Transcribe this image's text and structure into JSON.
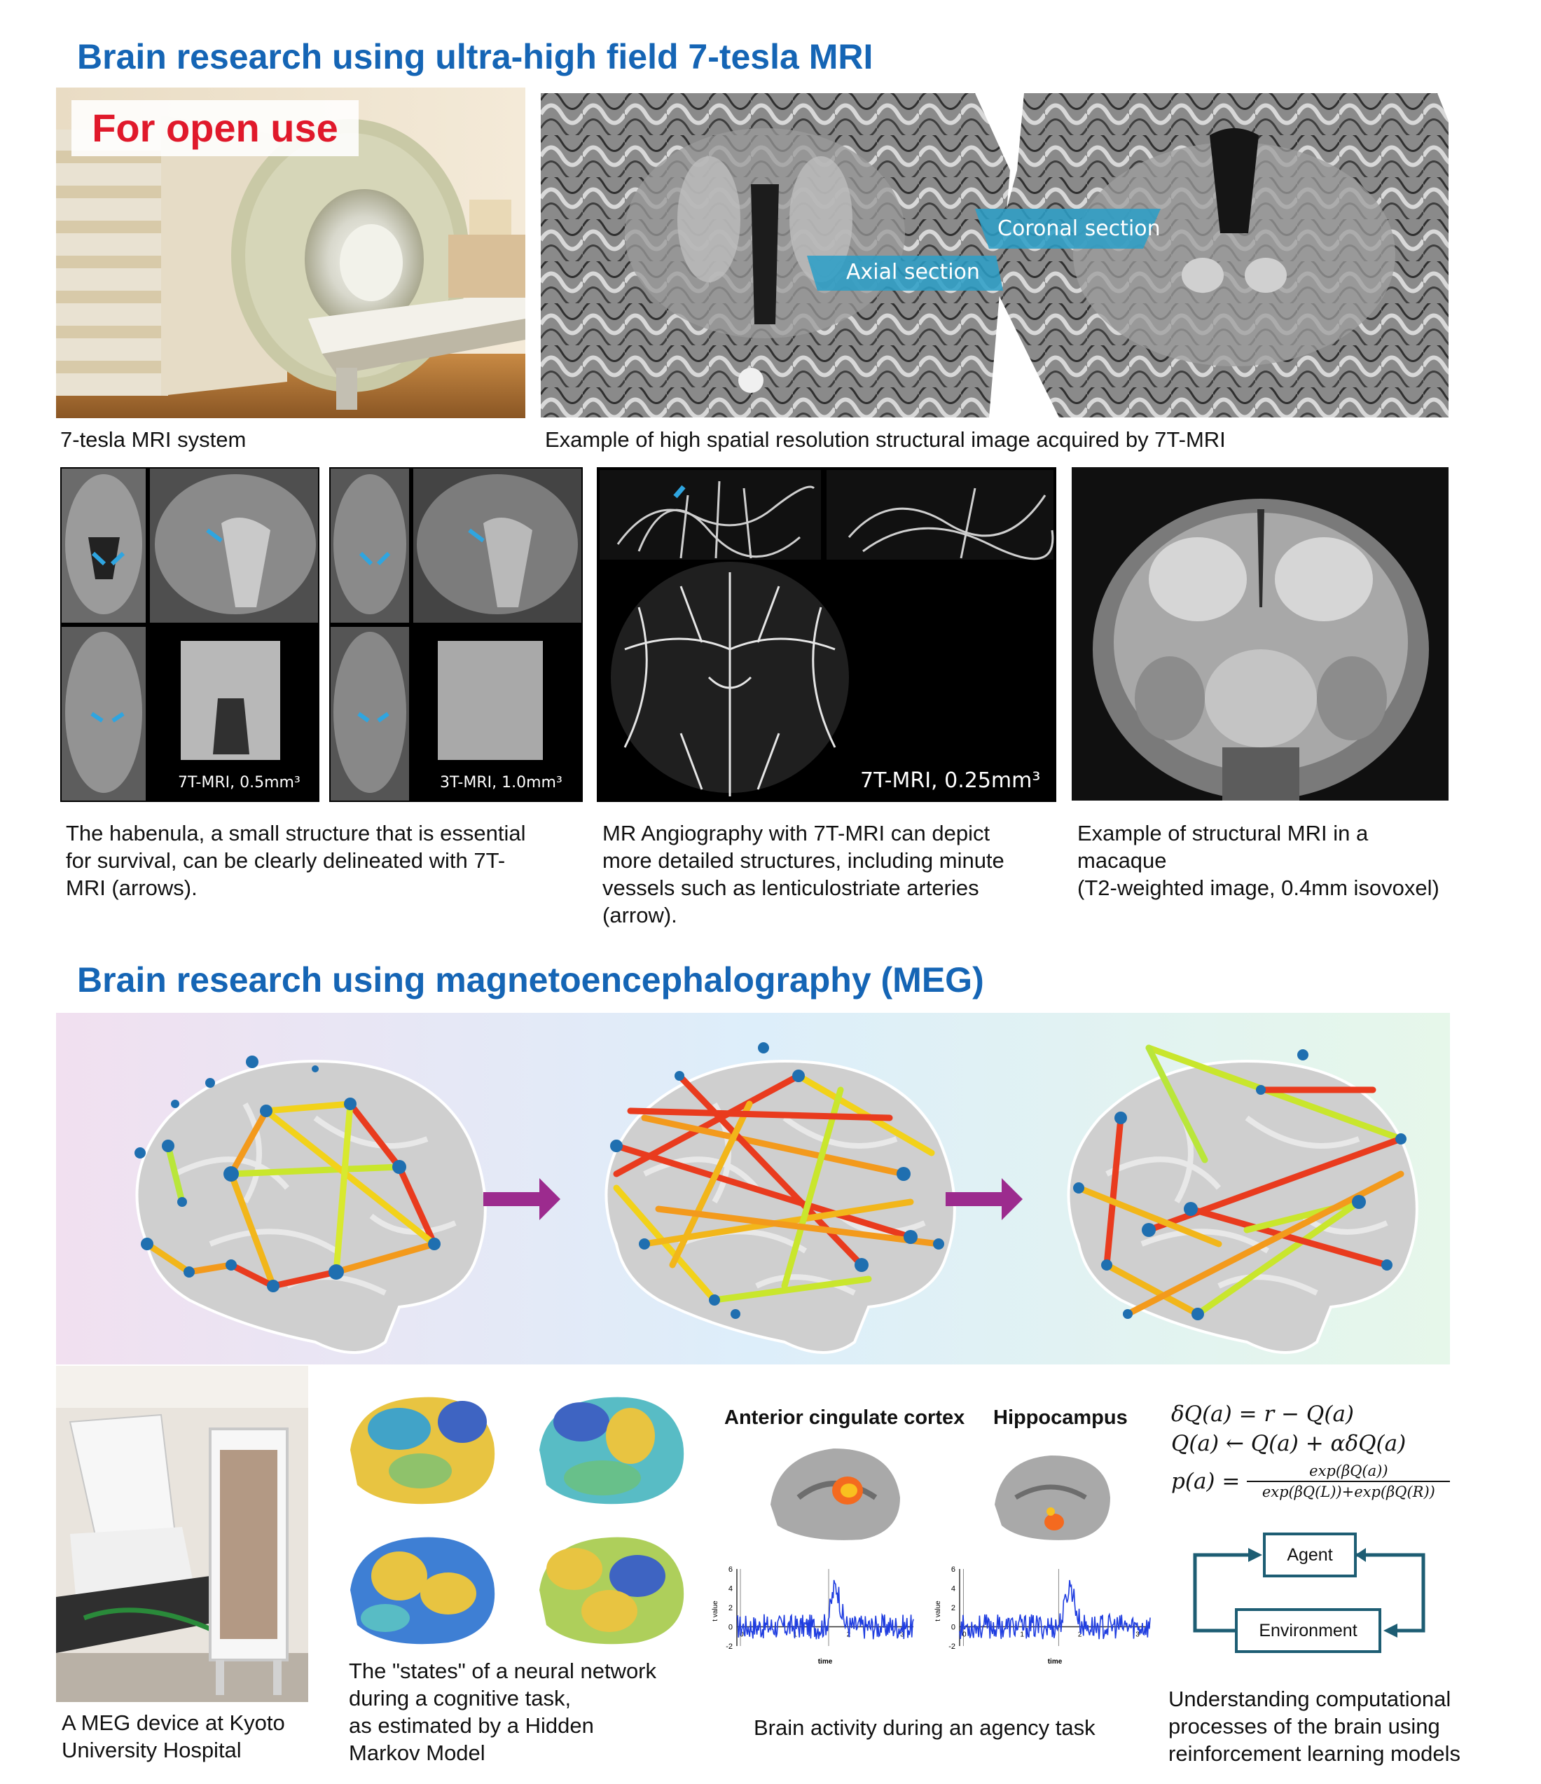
{
  "section1": {
    "title": "Brain research using ultra-high field 7-tesla MRI",
    "open_use_badge": "For open use",
    "mri_system_caption": "7-tesla MRI system",
    "structural_caption": "Example of high spatial resolution structural image acquired by 7T-MRI",
    "axial_label": "Axial section",
    "coronal_label": "Coronal section",
    "habenula": {
      "label_7t": "7T-MRI, 0.5mm³",
      "label_3t": "3T-MRI, 1.0mm³",
      "caption_lines": [
        "The habenula, a small structure that is essential",
        "for survival, can be clearly delineated with 7T-",
        "MRI (arrows)."
      ]
    },
    "angio": {
      "label": "7T-MRI, 0.25mm³",
      "caption_lines": [
        "MR Angiography with 7T-MRI can depict",
        "more detailed structures, including minute",
        "vessels such as lenticulostriate arteries",
        "(arrow)."
      ]
    },
    "macaque": {
      "caption_lines": [
        "Example of structural MRI in a",
        "macaque",
        "(T2-weighted image, 0.4mm isovoxel)"
      ]
    }
  },
  "section2": {
    "title": "Brain research using magnetoencephalography (MEG)",
    "meg_caption_lines": [
      "A MEG device at Kyoto",
      "University Hospital"
    ],
    "hmm_caption_lines": [
      "The \"states\" of a neural network",
      "during a cognitive task,",
      "as estimated by a Hidden",
      "Markov Model"
    ],
    "agency": {
      "acc_title": "Anterior cingulate cortex",
      "hippo_title": "Hippocampus",
      "caption": "Brain activity during an agency task",
      "ylabel": "t value",
      "xlabel": "time",
      "yticks": [
        "6",
        "4",
        "2",
        "0",
        "-2"
      ],
      "xticks": [
        "0",
        "1",
        "2",
        "3"
      ]
    },
    "rl": {
      "eq1": "δQ(a) = r − Q(a)",
      "eq2": "Q(a) ← Q(a) + αδQ(a)",
      "eq3_lhs": "p(a) =",
      "eq3_num": "exp(βQ(a))",
      "eq3_den": "exp(βQ(L))+exp(βQ(R))",
      "agent_label": "Agent",
      "env_label": "Environment",
      "caption_lines": [
        "Understanding computational",
        "processes of the brain using",
        "reinforcement learning models"
      ]
    },
    "colors": {
      "title_blue": "#1565b5",
      "arrow_purple": "#9c2b8e",
      "node_blue": "#1f6fb0",
      "box_teal": "#1d5d73"
    }
  }
}
